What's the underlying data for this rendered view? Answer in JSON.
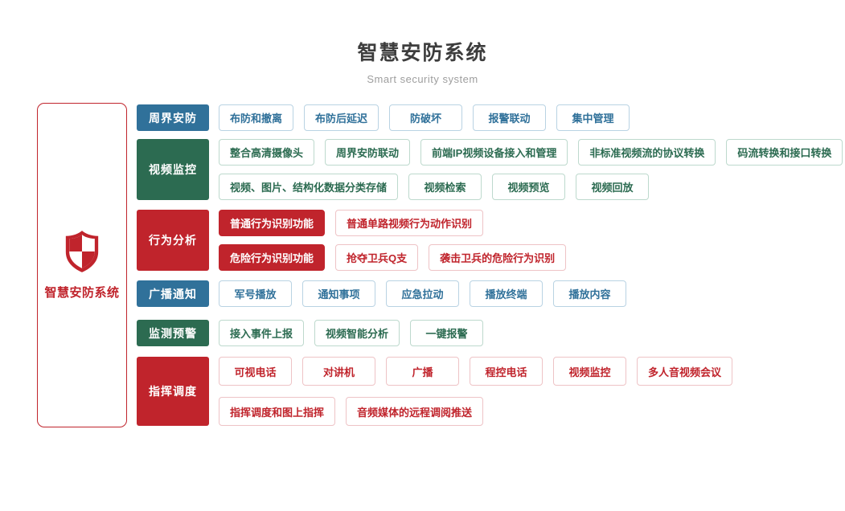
{
  "header": {
    "title": "智慧安防系统",
    "subtitle": "Smart security system"
  },
  "root_node": {
    "label": "智慧安防系统",
    "icon": "shield-icon"
  },
  "colors": {
    "blue": "#30719a",
    "green": "#2c6b51",
    "red": "#c0242c",
    "blue_border": "#b9d3e3",
    "green_border": "#bdd9cd",
    "red_border": "#eec3c6",
    "title": "#3d3d3d",
    "subtitle": "#9e9e9e"
  },
  "groups": [
    {
      "name": "周界安防",
      "color": "blue",
      "rows": [
        [
          "布防和撤离",
          "布防后延迟",
          "防破坏",
          "报警联动",
          "集中管理"
        ]
      ]
    },
    {
      "name": "视频监控",
      "color": "green",
      "rows": [
        [
          "整合高清摄像头",
          "周界安防联动",
          "前端IP视频设备接入和管理",
          "非标准视频流的协议转换",
          "码流转换和接口转换"
        ],
        [
          "视频、图片、结构化数据分类存储",
          "视频检索",
          "视频预览",
          "视频回放"
        ]
      ]
    },
    {
      "name": "行为分析",
      "color": "red",
      "rows": [
        [
          {
            "label": "普通行为识别功能",
            "filled": true
          },
          "普通单路视频行为动作识别"
        ],
        [
          {
            "label": "危险行为识别功能",
            "filled": true
          },
          "抢夺卫兵Q支",
          "袭击卫兵的危险行为识别"
        ]
      ]
    },
    {
      "name": "广播通知",
      "color": "blue",
      "rows": [
        [
          "军号播放",
          "通知事项",
          "应急拉动",
          "播放终端",
          "播放内容"
        ]
      ]
    },
    {
      "name": "监测预警",
      "color": "green",
      "rows": [
        [
          "接入事件上报",
          "视频智能分析",
          "一键报警"
        ]
      ]
    },
    {
      "name": "指挥调度",
      "color": "red",
      "rows": [
        [
          "可视电话",
          "对讲机",
          "广播",
          "程控电话",
          "视频监控",
          "多人音视频会议"
        ],
        [
          "指挥调度和图上指挥",
          "音频媒体的远程调阅推送"
        ]
      ]
    }
  ]
}
